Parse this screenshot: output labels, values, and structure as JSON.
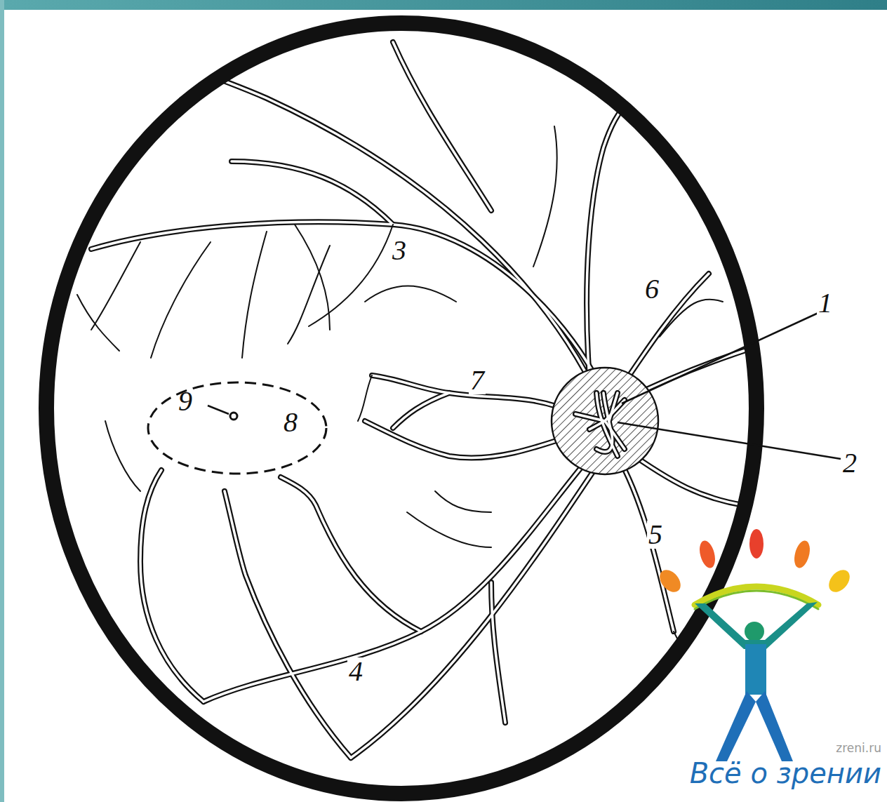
{
  "diagram": {
    "nodes": [
      {
        "text": [
          "9",
          "8"
        ]
      }
    ],
    "labels": [
      "3",
      "6",
      "1",
      "7",
      "2",
      "5",
      "4",
      "zreni.ru",
      "Всё о зрении"
    ]
  }
}
